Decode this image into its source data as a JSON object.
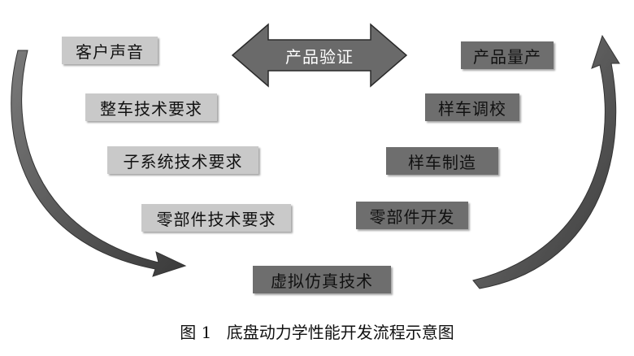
{
  "left_boxes": [
    "客户声音",
    "整车技术要求",
    "子系统技术要求",
    "零部件技术要求"
  ],
  "right_boxes": [
    "产品量产",
    "样车调校",
    "样车制造",
    "零部件开发"
  ],
  "bottom_box": "虚拟仿真技术",
  "double_arrow_label": "产品验证",
  "caption": {
    "figure_no": "图 1",
    "text": "底盘动力学性能开发流程示意图"
  },
  "colors": {
    "light_box": "#c9c9c9",
    "dark_box": "#6e6e6e",
    "arrow": "#555555"
  }
}
